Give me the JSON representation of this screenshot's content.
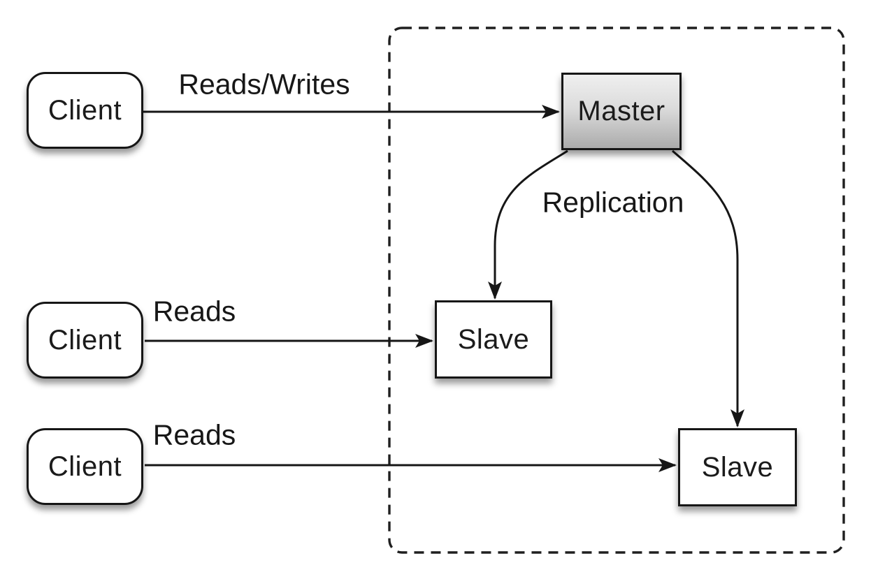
{
  "nodes": {
    "clients": [
      {
        "label": "Client"
      },
      {
        "label": "Client"
      },
      {
        "label": "Client"
      }
    ],
    "master": {
      "label": "Master"
    },
    "slaves": [
      {
        "label": "Slave"
      },
      {
        "label": "Slave"
      }
    ]
  },
  "edges": {
    "reads_writes": {
      "label": "Reads/Writes",
      "from": "client-1",
      "to": "master"
    },
    "reads_top": {
      "label": "Reads",
      "from": "client-2",
      "to": "slave-1"
    },
    "reads_bottom": {
      "label": "Reads",
      "from": "client-3",
      "to": "slave-2"
    },
    "replication_left": {
      "label": "Replication",
      "from": "master",
      "to": "slave-1"
    },
    "replication_right": {
      "label": "Replication",
      "from": "master",
      "to": "slave-2"
    }
  },
  "colors": {
    "stroke": "#161616",
    "box_fill": "#ffffff",
    "master_gradient_top": "#efefef",
    "master_gradient_bottom": "#ababab",
    "background": "#ffffff"
  }
}
